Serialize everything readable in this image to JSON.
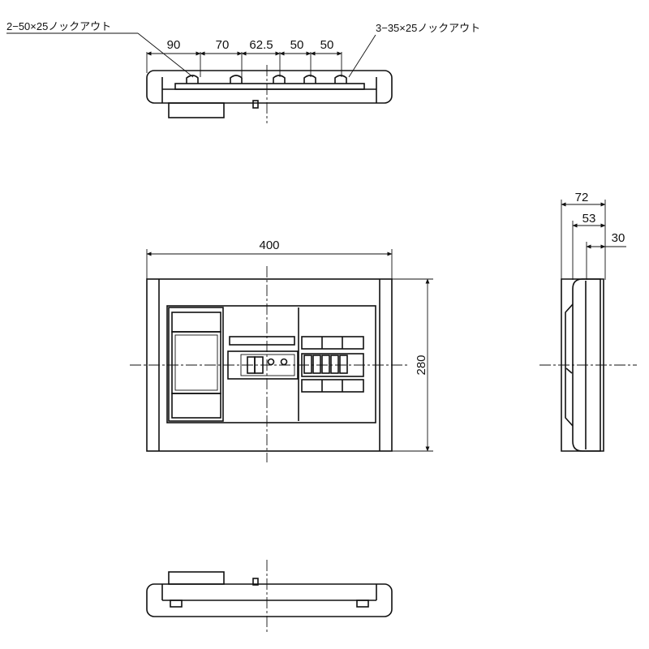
{
  "title": "",
  "knockout_notes": {
    "left": "2−50×25ノックアウト",
    "right": "3−35×25ノックアウト"
  },
  "top_view": {
    "dimensions": [
      "90",
      "70",
      "62.5",
      "50",
      "50"
    ]
  },
  "front_view": {
    "width": "400",
    "height": "280"
  },
  "side_view": {
    "depths": [
      "72",
      "53",
      "30"
    ]
  },
  "colors": {
    "line": "#111111",
    "background": "#ffffff"
  }
}
